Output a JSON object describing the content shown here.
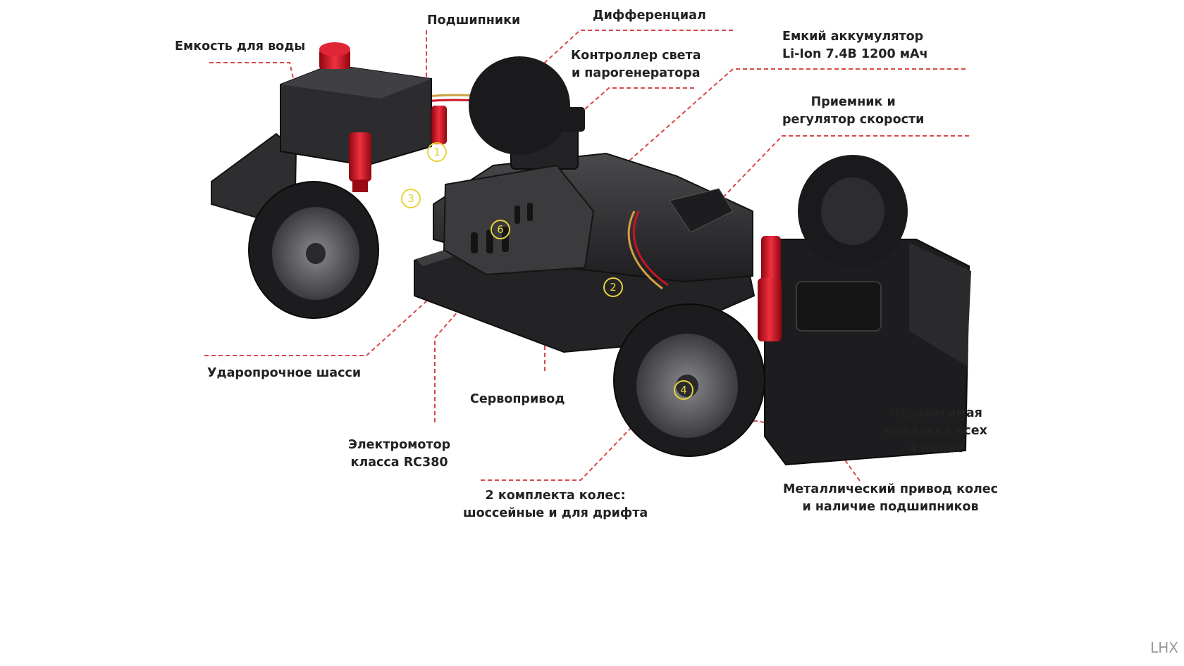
{
  "colors": {
    "accent_red": "#d8111e",
    "leader_line": "#d84848",
    "chassis_dark": "#2a2a2c",
    "tire": "#1c1c1e",
    "marker": "#e8d23a",
    "label_text": "#222222"
  },
  "labels": {
    "water_tank": "Емкость для воды",
    "bearings": "Подшипники",
    "differential": "Дифференциал",
    "controller": "Контроллер света\nи парогенератора",
    "battery": "Емкий аккумулятор\nLi-Ion 7.4В 1200 мАч",
    "receiver": "Приемник и\nрегулятор скорости",
    "chassis": "Ударопрочное шасси",
    "servo": "Сервопривод",
    "motor": "Электромотор\nкласса RC380",
    "wheels": "2 комплекта колес:\nшоссейные и для дрифта",
    "suspension": "Независимая\nподвеска всех\n4 колес",
    "drive": "Металлический привод колес\nи наличие подшипников"
  },
  "markers": [
    "1",
    "2",
    "3",
    "4",
    "6"
  ],
  "watermark": "LHX",
  "icons": [
    "rc-car-chassis-illustration"
  ]
}
